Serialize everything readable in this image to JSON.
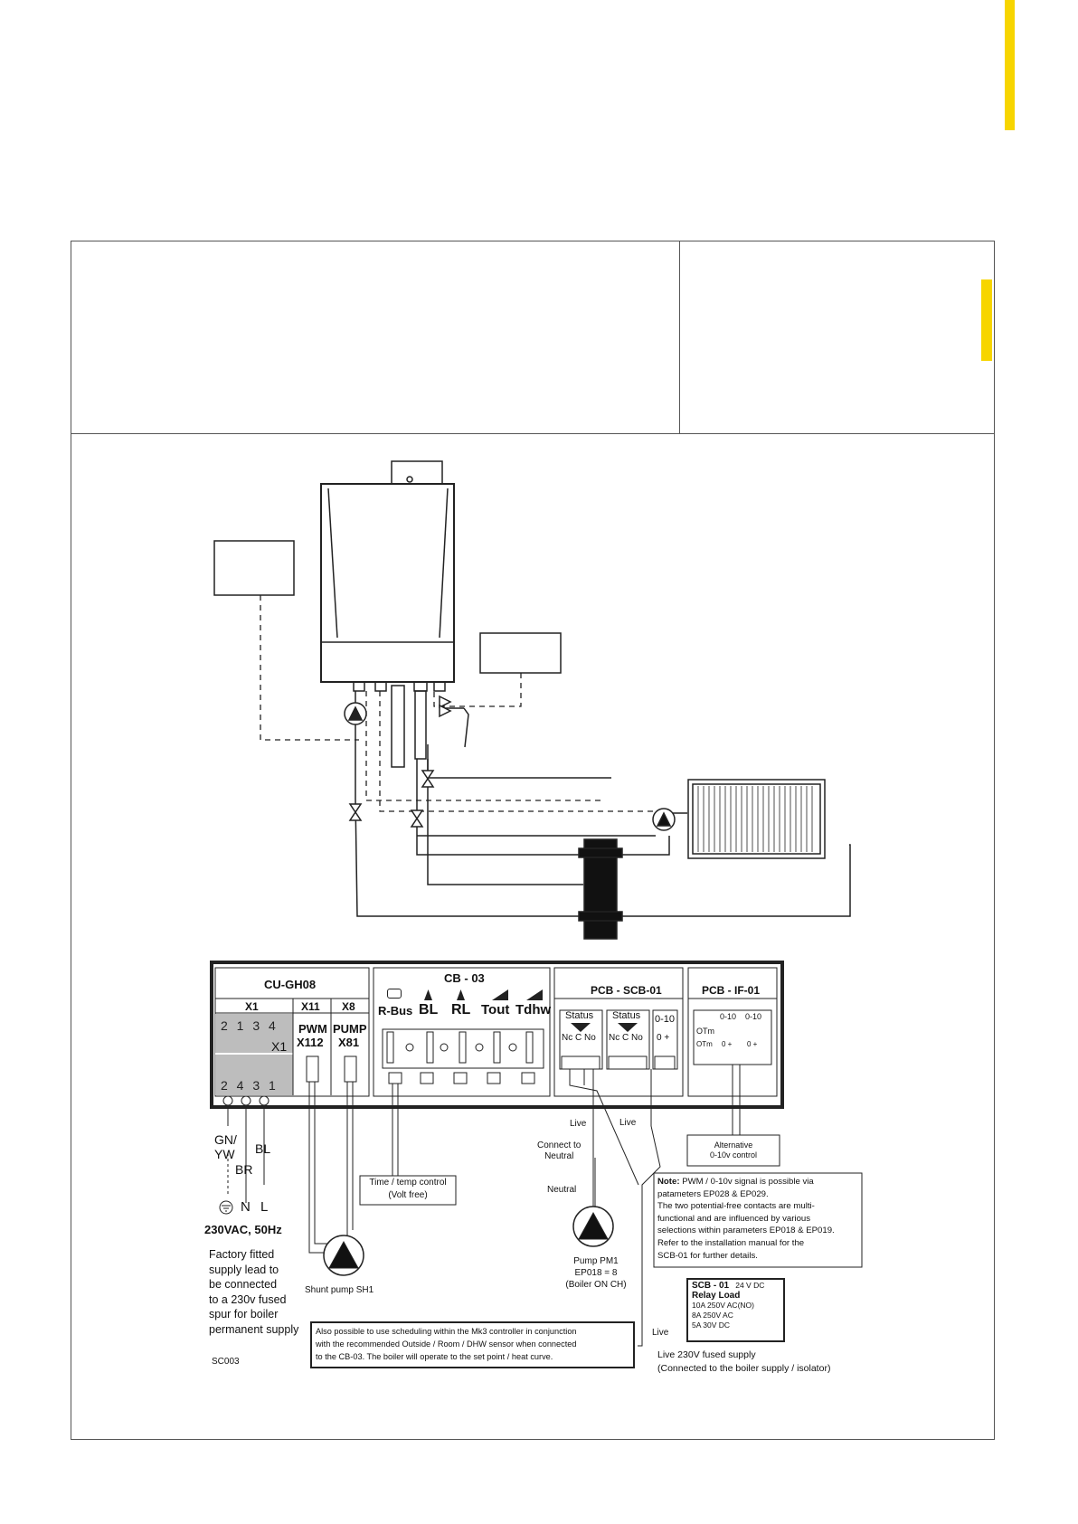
{
  "colors": {
    "accent": "#f7d500",
    "line": "#222222",
    "panel_grey": "#bdbdbd"
  },
  "controllers": {
    "cu": {
      "title": "CU-GH08",
      "x1": "X1",
      "x11": "X11",
      "x8": "X8",
      "x1_top_terms": "2 1 3 4",
      "x1_sub": "X1",
      "x1_bottom_terms": "2 4 3 1",
      "pwm": "PWM",
      "x112": "X112",
      "pump": "PUMP",
      "x81": "X81"
    },
    "cb": {
      "title": "CB - 03",
      "rbus": "R-Bus",
      "bl": "BL",
      "rl": "RL",
      "tout": "Tout",
      "tdhw": "Tdhw"
    },
    "scb": {
      "title": "PCB - SCB-01",
      "status1": "Status",
      "status2": "Status",
      "zero10": "0-10",
      "nccno1": "Nc C No",
      "nccno2": "Nc C No",
      "zeroplus": "0 +"
    },
    "if01": {
      "title": "PCB - IF-01",
      "otm": "OTm",
      "z1": "0-10",
      "z2": "0-10",
      "otm2": "OTm",
      "zp1": "0 +",
      "zp2": "0 +"
    }
  },
  "wiring": {
    "gnyw": "GN/",
    "gnyw2": "YW",
    "br": "BR",
    "bl": "BL",
    "n": "N",
    "l": "L",
    "supply": "230VAC, 50Hz",
    "factory_note": [
      "Factory fitted",
      "supply lead to",
      "be connected",
      "to a 230v fused",
      "spur for boiler",
      "permanent supply"
    ],
    "code": "SC003",
    "shunt_pump": "Shunt pump SH1",
    "time_temp": [
      "Time / temp control",
      "(Volt free)"
    ],
    "live1": "Live",
    "live2": "Live",
    "live3": "Live",
    "connect_neutral": [
      "Connect to",
      "Neutral"
    ],
    "neutral": "Neutral",
    "pump_pm1": [
      "Pump PM1",
      "EP018 = 8",
      "(Boiler ON CH)"
    ],
    "alternative": [
      "Alternative",
      "0-10v control"
    ],
    "note_bold": "Note:",
    "note_lines": [
      "PWM / 0-10v signal is possible via",
      "patameters EP028 & EP029.",
      "The two potential-free contacts are multi-",
      "functional and are influenced by various",
      "selections within parameters EP018 & EP019.",
      "Refer to the installation manual for the",
      "SCB-01 for further details."
    ],
    "relay": {
      "title": "SCB - 01",
      "volt": "24 V DC",
      "load": "Relay Load",
      "r1": "10A 250V AC(NO)",
      "r2": "8A 250V AC",
      "r3": "5A 30V DC"
    },
    "scheduling": [
      "Also possible to use scheduling within the Mk3 controller in conjunction",
      "with the recommended Outside / Room / DHW sensor when connected",
      "to the CB-03. The boiler will operate to the set point / heat curve."
    ],
    "live_supply": [
      "Live 230V fused supply",
      "(Connected to the boiler supply / isolator)"
    ]
  }
}
